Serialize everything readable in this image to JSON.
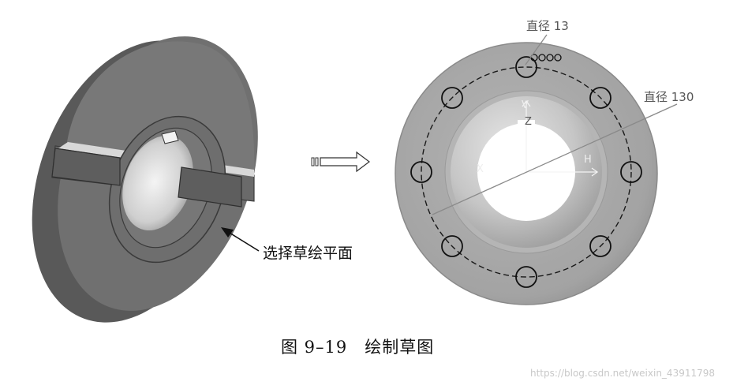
{
  "left_figure": {
    "leader_label": "选择草绘平面"
  },
  "right_figure": {
    "dimension_small": "直径 13",
    "dimension_large": "直径 130",
    "axis_v": "V",
    "axis_h": "H",
    "axis_z": "Z",
    "axis_x": "X"
  },
  "caption": "图 9–19　绘制草图",
  "watermark": "https://blog.csdn.net/weixin_43911798",
  "colors": {
    "part_face": "#6b6b6b",
    "part_dark": "#4a4a4a",
    "part_light": "#a8a8a8",
    "disc_face": "#a5a5a5",
    "disc_edge": "#8e8e8e",
    "hub_light": "#cfcfcf",
    "dim_line": "#888888"
  }
}
